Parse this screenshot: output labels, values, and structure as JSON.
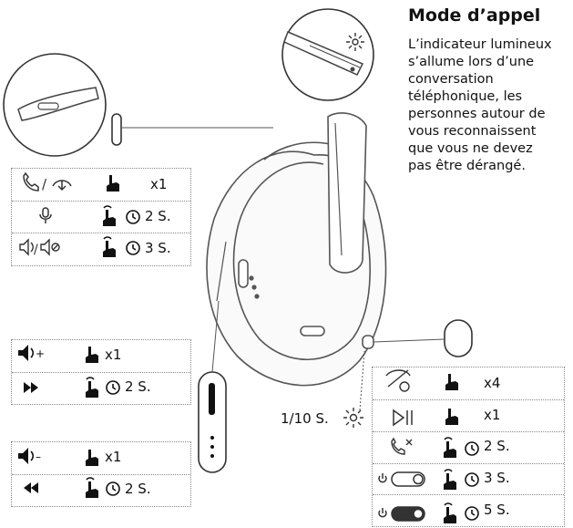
{
  "title": "Mode d’appel",
  "description_lines": [
    "L’indicateur lumineux",
    "s’allume lors d’une",
    "conversation",
    "téléphonique, les",
    "personnes autour de",
    "vous reconnaissent",
    "que vous ne devez",
    "pas être dérangé."
  ],
  "top_left_table": [
    {
      "icon": "phone-answer-hangup-icon",
      "value": "x1"
    },
    {
      "icon": "microphone-icon",
      "value": "2 S."
    },
    {
      "icon": "speaker-mute-icon",
      "value": "3 S."
    }
  ],
  "volume_up_table": [
    {
      "icon": "volume-up-icon",
      "value": "x1"
    },
    {
      "icon": "next-track-icon",
      "value": "2 S."
    }
  ],
  "volume_down_table": [
    {
      "icon": "volume-down-icon",
      "value": "x1"
    },
    {
      "icon": "previous-track-icon",
      "value": "2 S."
    }
  ],
  "right_table": [
    {
      "icon": "hearing-through-icon",
      "value": "x4"
    },
    {
      "icon": "play-pause-icon",
      "value": "x1"
    },
    {
      "icon": "call-reject-icon",
      "value": "2 S."
    },
    {
      "icon": "power-switch-off-icon",
      "value": "3 S."
    },
    {
      "icon": "power-switch-on-icon",
      "value": "5 S."
    }
  ],
  "light_indicator_label": "1/10 S."
}
